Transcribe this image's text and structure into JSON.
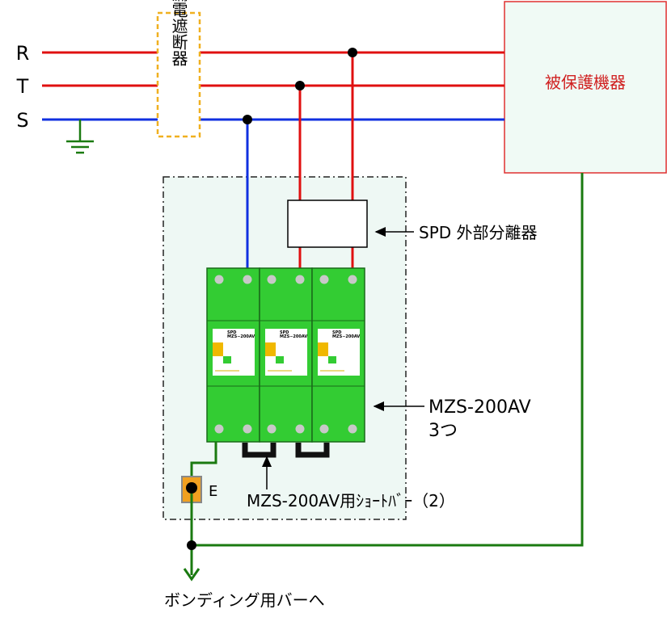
{
  "phases": {
    "r": "R",
    "t": "T",
    "s": "S"
  },
  "breaker": {
    "label": "漏電遮断器"
  },
  "protected_device": {
    "label": "被保護機器"
  },
  "annotations": {
    "spd_separator": "SPD 外部分離器",
    "mzs_line1": "MZS-200AV",
    "mzs_line2": "3つ",
    "short_bar": "MZS-200AV用ｼｮｰﾄﾊﾞｰ（2）",
    "earth_terminal": "E",
    "bonding": "ボンディング用バーへ"
  },
  "modules": [
    {
      "brand": "SPD",
      "model": "MZS−200AV"
    },
    {
      "brand": "SPD",
      "model": "MZS−200AV"
    },
    {
      "brand": "SPD",
      "model": "MZS−200AV"
    }
  ],
  "colors": {
    "phase_rt": "#e01010",
    "phase_s": "#1030e0",
    "ground": "#1a7a10",
    "breaker_border": "#f0b020",
    "device_border": "#e03030",
    "device_fill": "#f0faf5",
    "device_text": "#d02020",
    "spd_green": "#33cc33",
    "panel_fill": "#eef8f4",
    "terminal": "#c8c8c8",
    "earth_block": "#f0a020"
  }
}
